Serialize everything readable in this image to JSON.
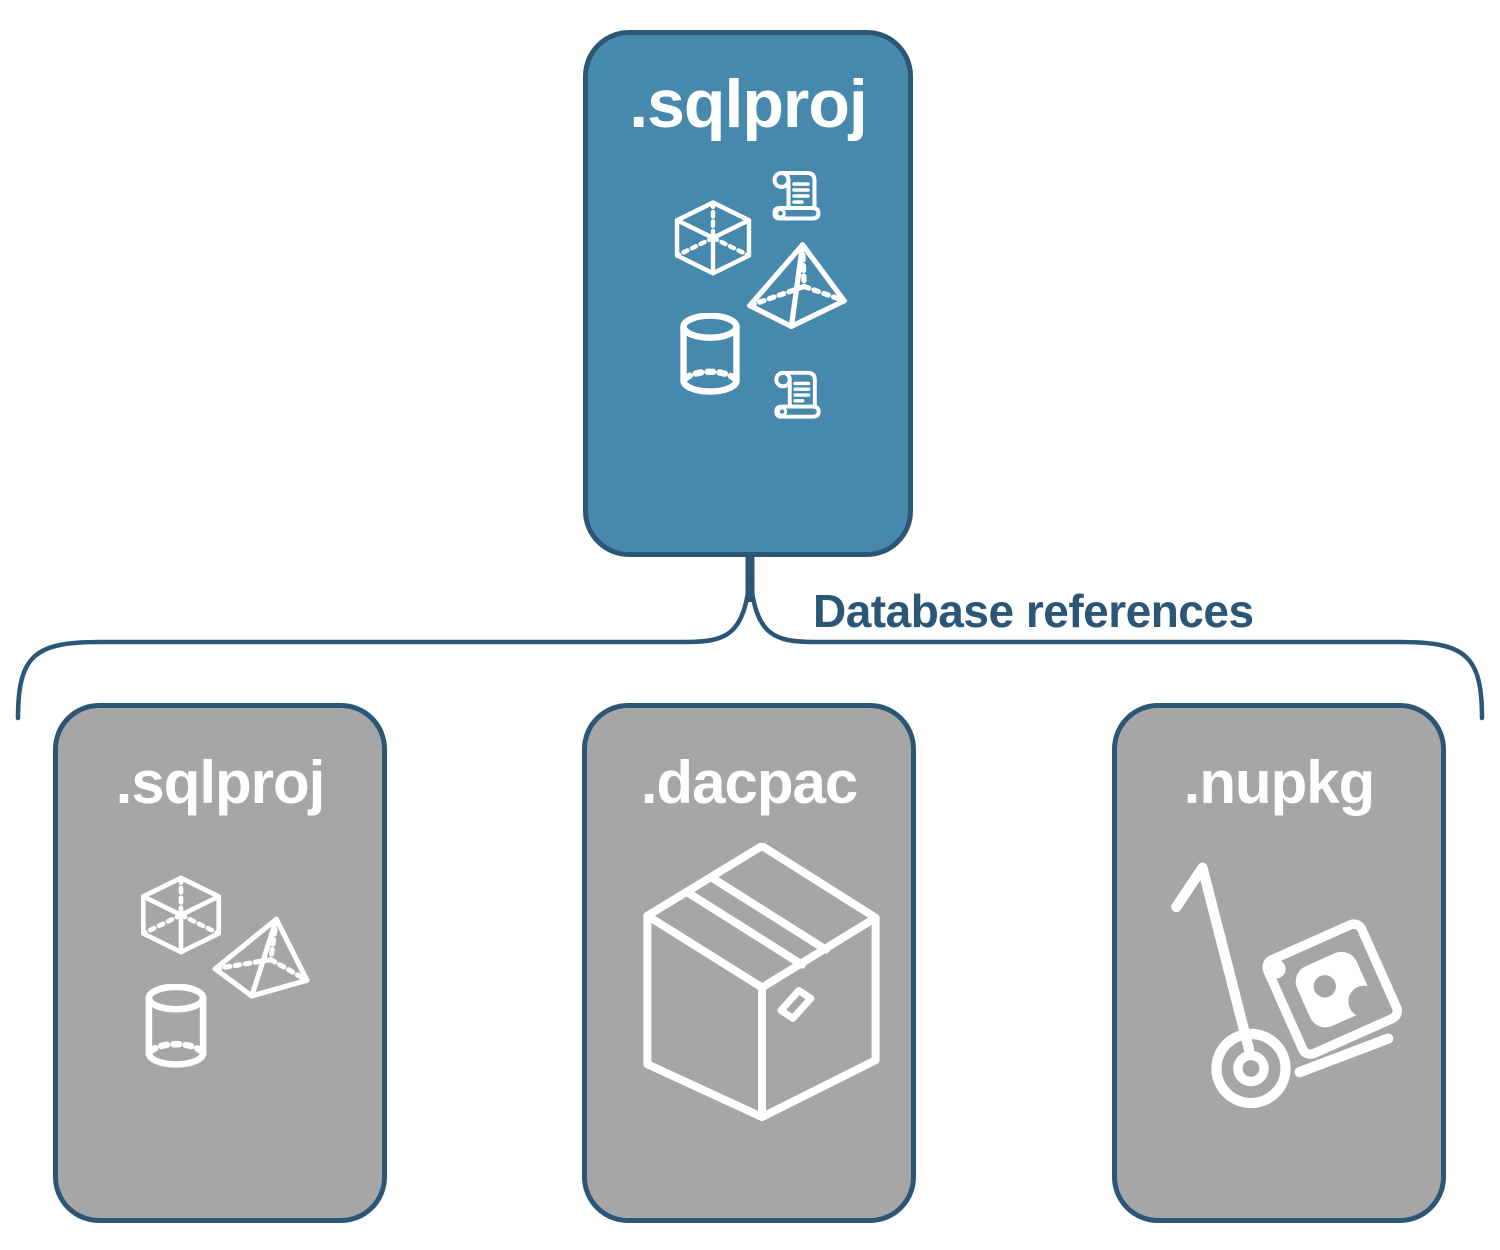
{
  "diagram": {
    "root": {
      "label": ".sqlproj",
      "icons": [
        "cube-icon",
        "script-scroll-icon",
        "pyramid-icon",
        "cylinder-icon",
        "script-scroll-icon"
      ]
    },
    "connector": {
      "label": "Database references"
    },
    "children": [
      {
        "label": ".sqlproj",
        "icons": [
          "cube-icon",
          "pyramid-icon",
          "cylinder-icon"
        ]
      },
      {
        "label": ".dacpac",
        "icons": [
          "package-box-icon"
        ]
      },
      {
        "label": ".nupkg",
        "icons": [
          "nuget-dolly-icon"
        ]
      }
    ],
    "colors": {
      "root_fill": "#4789AC",
      "child_fill": "#A6A6A6",
      "stroke": "#2B5676",
      "connector_text": "#2B5676",
      "icon_color": "#FFFFFF",
      "background": "#FFFFFF",
      "title_color": "#FFFFFF"
    }
  }
}
